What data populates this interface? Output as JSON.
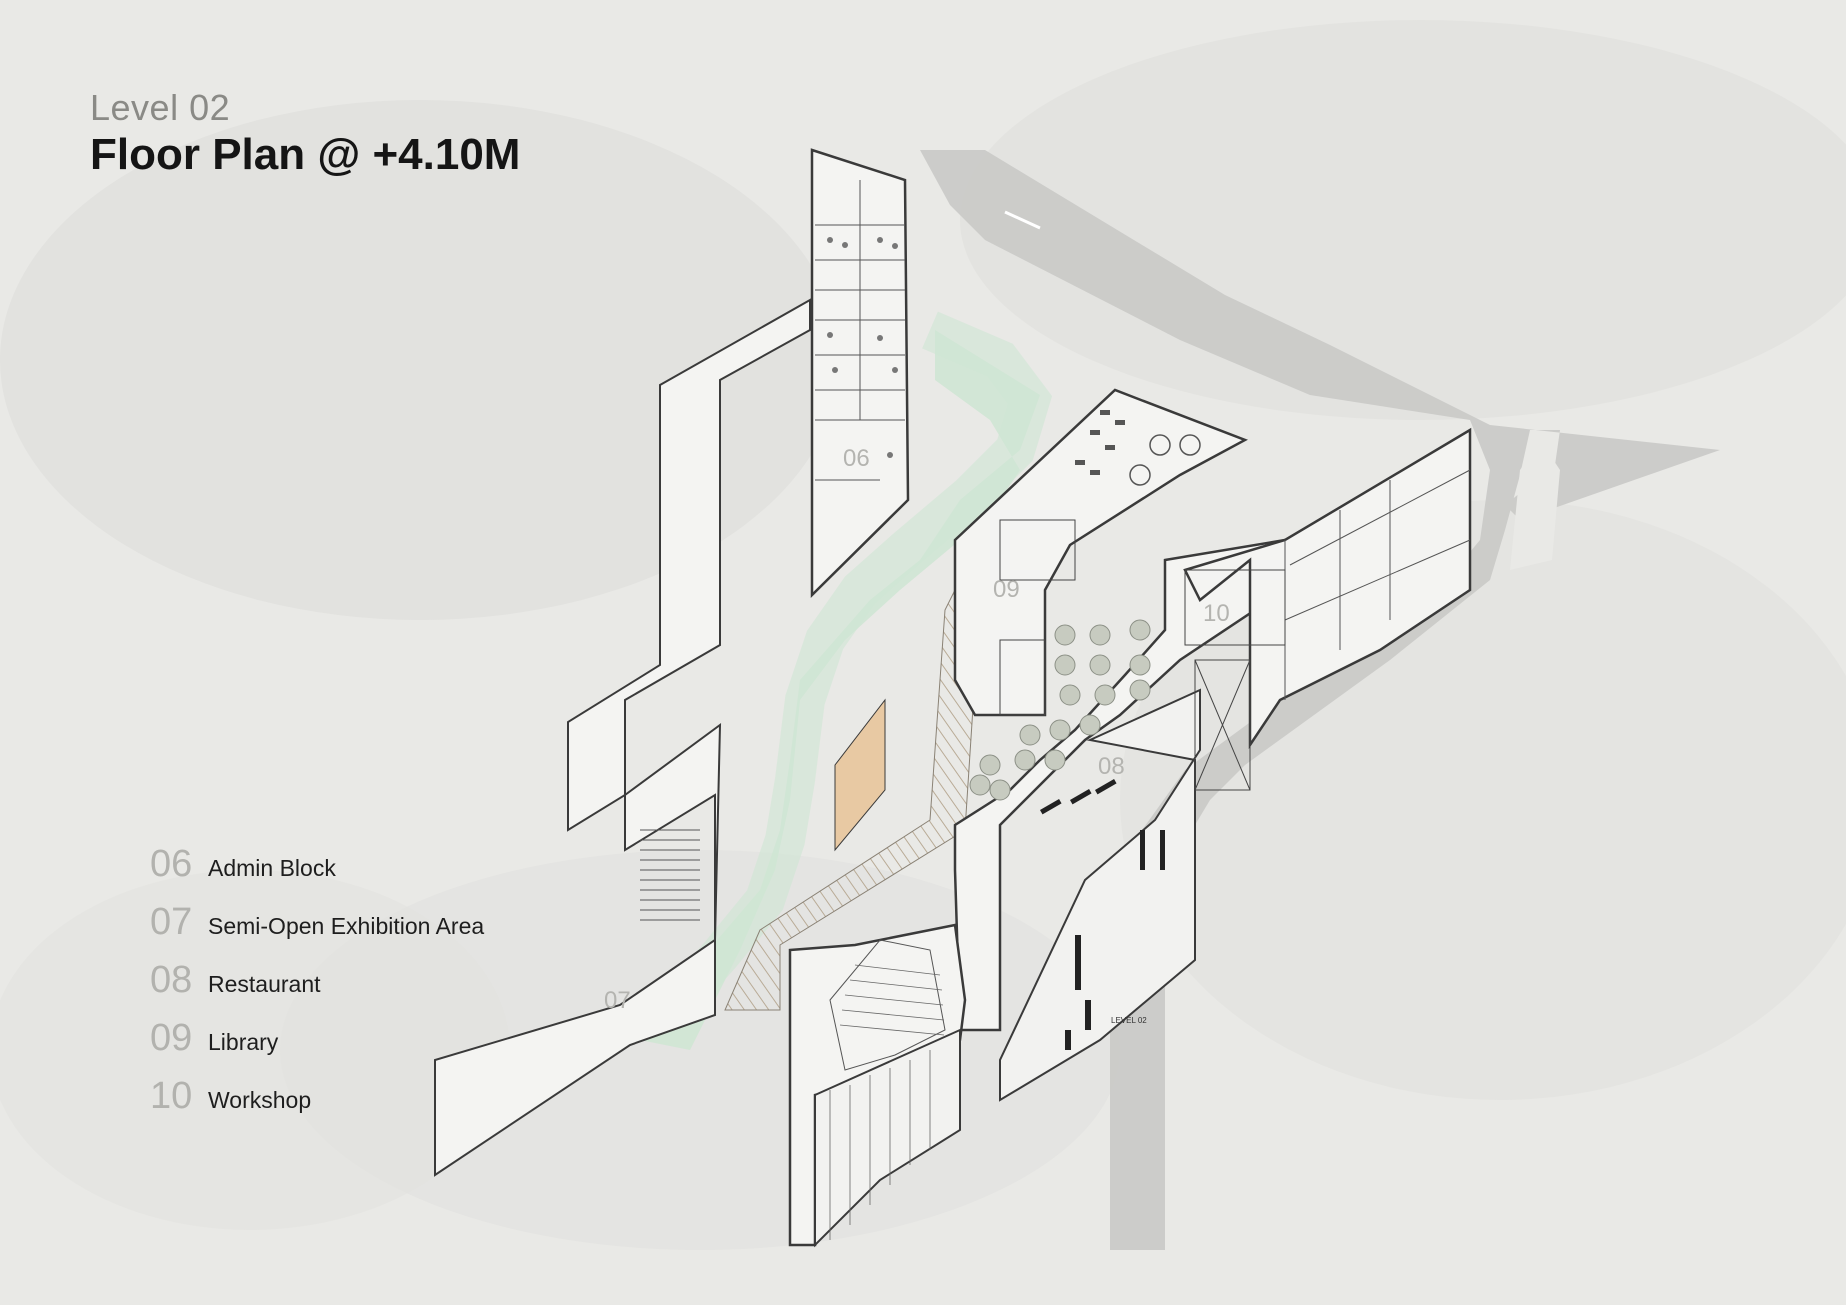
{
  "header": {
    "subtitle": "Level 02",
    "title": "Floor Plan @ +4.10M"
  },
  "plan": {
    "zone_labels": [
      "06",
      "07",
      "08",
      "09",
      "10"
    ],
    "level_tag": "LEVEL 02",
    "colors": {
      "background": "#e9e9e6",
      "road": "#c9c9c6",
      "building_fill": "#f4f4f2",
      "line": "#3a3a3a",
      "landscape": "#cfe6d4",
      "exhibition_floor": "#e8c9a3",
      "stairs": "#d8cdbd",
      "tree": "#c7cbc0"
    }
  },
  "legend": [
    {
      "num": "06",
      "label": "Admin Block"
    },
    {
      "num": "07",
      "label": "Semi-Open Exhibition Area"
    },
    {
      "num": "08",
      "label": "Restaurant"
    },
    {
      "num": "09",
      "label": "Library"
    },
    {
      "num": "10",
      "label": "Workshop"
    }
  ]
}
